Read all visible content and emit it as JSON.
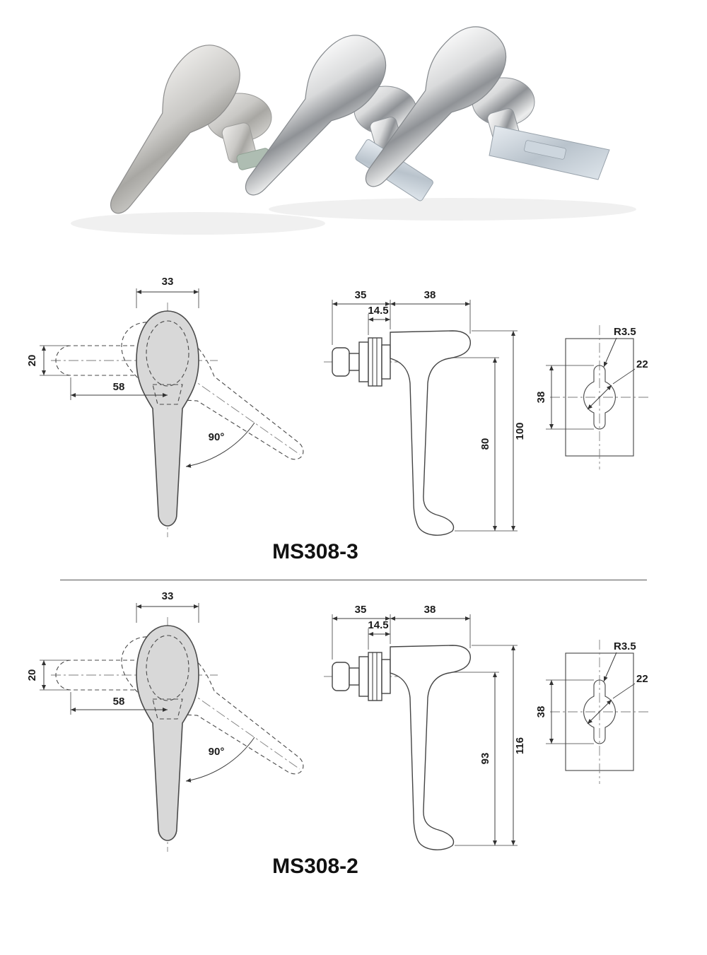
{
  "page": {
    "background": "#ffffff"
  },
  "photo": {
    "description_colors": {
      "steel": "#c9c8c5",
      "chrome": "#d9dadb",
      "zinc_plate": "#c3cdd6",
      "outline": "#8d9297"
    }
  },
  "divider_color": "#555555",
  "sections": [
    {
      "model": "MS308-3",
      "front": {
        "head_width": "33",
        "shank_width": "20",
        "length": "58",
        "angle": "90°"
      },
      "side": {
        "depth": "35",
        "collar": "14.5",
        "top_width": "38",
        "height_outer": "100",
        "height_inner": "80"
      },
      "cutout": {
        "corner_radius": "R3.5",
        "hole_width": "22",
        "hole_height": "38"
      }
    },
    {
      "model": "MS308-2",
      "front": {
        "head_width": "33",
        "shank_width": "20",
        "length": "58",
        "angle": "90°"
      },
      "side": {
        "depth": "35",
        "collar": "14.5",
        "top_width": "38",
        "height_outer": "116",
        "height_inner": "93"
      },
      "cutout": {
        "corner_radius": "R3.5",
        "hole_width": "22",
        "hole_height": "38"
      }
    }
  ]
}
